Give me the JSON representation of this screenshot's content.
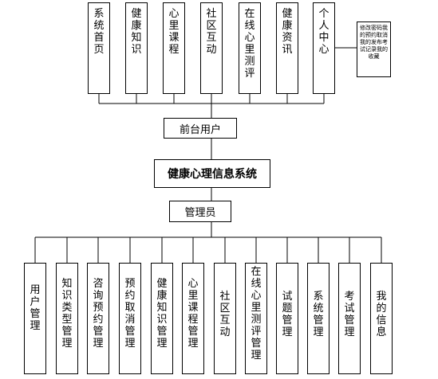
{
  "front_modules": [
    "系统首页",
    "健康知识",
    "心里课程",
    "社区互动",
    "在线心里测评",
    "健康资讯",
    "个人中心"
  ],
  "personal_center_note": "修改密码我的预约取消我的发布考试记录我的收藏",
  "front_user": "前台用户",
  "system_title": "健康心理信息系统",
  "admin": "管理员",
  "admin_modules": [
    "用户管理",
    "知识类型管理",
    "咨询预约管理",
    "预约取消管理",
    "健康知识管理",
    "心里课程管理",
    "社区互动",
    "在线心里测评管理",
    "试题管理",
    "系统管理",
    "考试管理",
    "我的信息"
  ]
}
